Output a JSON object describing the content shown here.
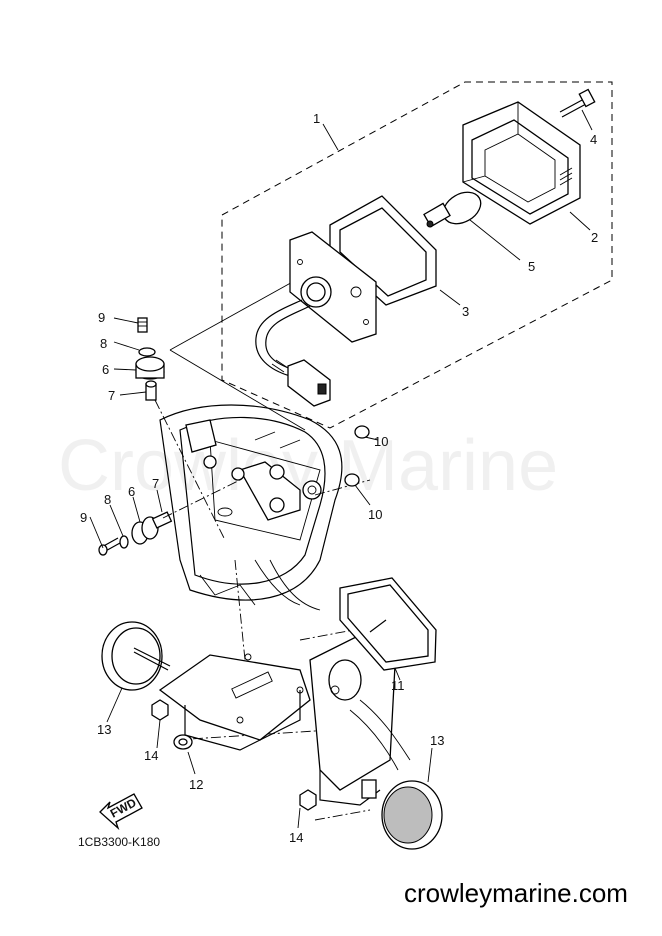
{
  "watermark": "Crowley Marine",
  "footer_site": "crowleymarine.com",
  "diagram_code": "1CB3300-K180",
  "fwd_label": "FWD",
  "callouts": {
    "c1": "1",
    "c2": "2",
    "c3": "3",
    "c4": "4",
    "c5": "5",
    "c6a": "6",
    "c6b": "6",
    "c7a": "7",
    "c7b": "7",
    "c8a": "8",
    "c8b": "8",
    "c9a": "9",
    "c9b": "9",
    "c10a": "10",
    "c10b": "10",
    "c11": "11",
    "c12": "12",
    "c13a": "13",
    "c13b": "13",
    "c14a": "14",
    "c14b": "14"
  }
}
